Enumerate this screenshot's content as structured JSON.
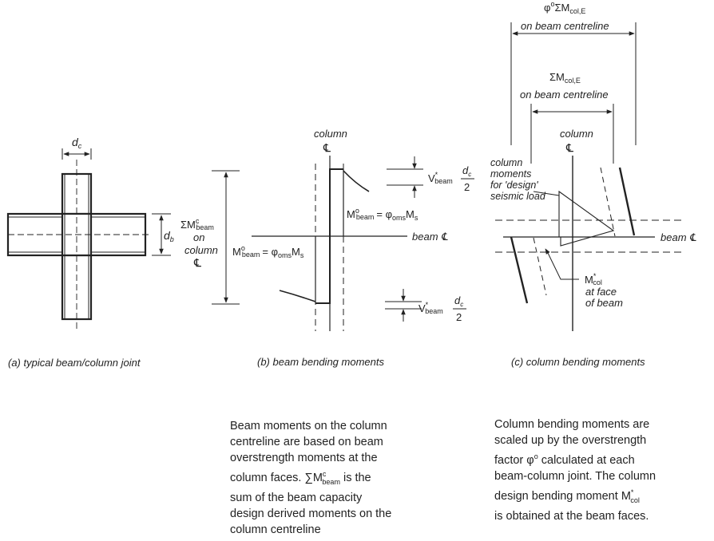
{
  "panel_a": {
    "caption": "(a) typical beam/column joint",
    "dim_dc": "d",
    "dim_dc_sub": "c",
    "dim_db": "d",
    "dim_db_sub": "b"
  },
  "panel_b": {
    "caption": "(b) beam bending moments",
    "column_label": "column",
    "cl_symbol": "℄",
    "beam_cl_label": "beam ℄",
    "sum_m_label": "ΣM",
    "sum_m_sup": "c",
    "sum_m_sub": "beam",
    "on_label": "on",
    "column_word": "column",
    "m_beam_right": "M",
    "m_beam_right_sup": "o",
    "m_beam_right_sub": "beam",
    "m_beam_right_eq": "= φ",
    "m_beam_right_eq_sub": "oms",
    "m_beam_right_ms": "M",
    "m_beam_right_ms_sub": "s",
    "m_beam_left": "M",
    "m_beam_left_sup": "o",
    "m_beam_left_sub": "beam",
    "m_beam_left_eq": "= φ",
    "m_beam_left_eq_sub": "oms",
    "m_beam_left_ms": "M",
    "m_beam_left_ms_sub": "s",
    "v_top": "V",
    "v_top_sup": "*",
    "v_top_sub": "beam",
    "v_frac_num": "d",
    "v_frac_num_sub": "c",
    "v_frac_den": "2",
    "v_bot": "V",
    "v_bot_sup": "*",
    "v_bot_sub": "beam",
    "v_bot_frac_num": "d",
    "v_bot_frac_num_sub": "c",
    "v_bot_frac_den": "2"
  },
  "panel_c": {
    "caption": "(c) column bending moments",
    "phi_sum_label": "φ",
    "phi_sum_sup": "o",
    "phi_sum_rest": "ΣM",
    "phi_sum_sub": "col,E",
    "on_centre_1": "on beam centreline",
    "sum_col_label": "ΣM",
    "sum_col_sub": "col,E",
    "on_centre_2": "on beam centreline",
    "column_label": "column",
    "cl_symbol": "℄",
    "column_moments_lines": [
      "column",
      "moments",
      "for 'design'",
      "seismic load"
    ],
    "beam_cl_label": "beam ℄",
    "m_col": "M",
    "m_col_sup": "*",
    "m_col_sub": "col",
    "at_face_lines": [
      "at face",
      "of beam"
    ]
  },
  "notes": {
    "beam_note": {
      "line1": "Beam moments on the column",
      "line2": "centreline are based on beam",
      "line3": "overstrength moments at the",
      "line4a": "column faces.",
      "line4_sum": "∑M",
      "line4_sup": "c",
      "line4_sub": "beam",
      "line4b": "is the",
      "line5": "sum of the beam capacity",
      "line6": "design derived moments on the",
      "line7": "column centreline"
    },
    "column_note": {
      "line1": "Column bending moments are",
      "line2": "scaled up by the overstrength",
      "line3a": "factor",
      "line3_phi": "φ",
      "line3_sup": "o",
      "line3b": "calculated at each",
      "line4": "beam-column joint. The column",
      "line5a": "design bending moment",
      "line5_m": "M",
      "line5_sup": "*",
      "line5_sub": "col",
      "line6": "is obtained at the beam faces."
    }
  }
}
